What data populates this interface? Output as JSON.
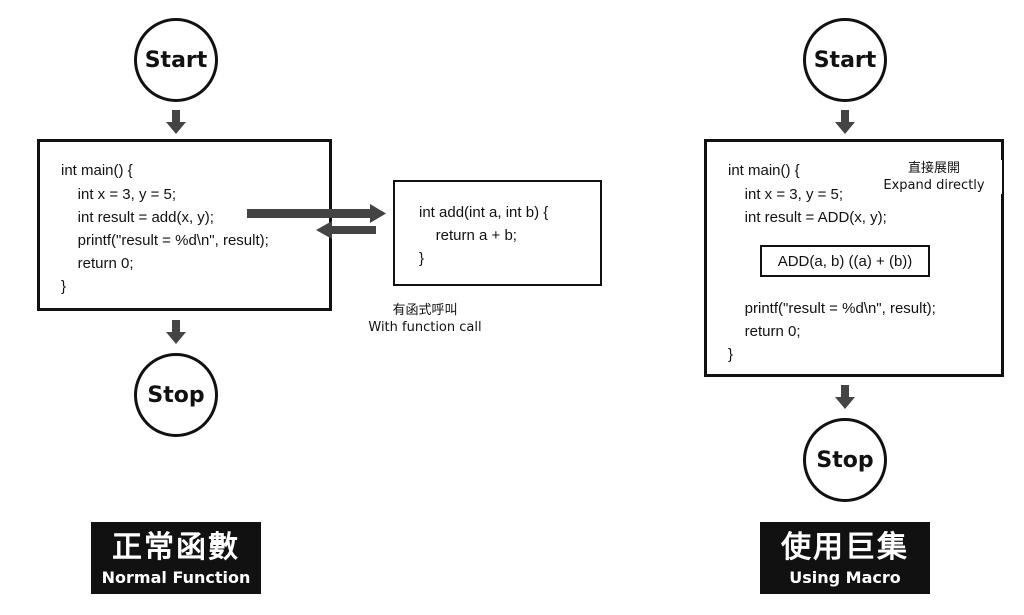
{
  "left": {
    "start": "Start",
    "stop": "Stop",
    "main_code": [
      "int main() {",
      "    int x = 3, y = 5;",
      "    int result = add(x, y);",
      "    printf(\"result = %d\\n\", result);",
      "    return 0;",
      "}"
    ],
    "func_code": [
      "int add(int a, int b) {",
      "    return a + b;",
      "}"
    ],
    "call_caption_zh": "有函式呼叫",
    "call_caption_en": "With function call",
    "title_zh": "正常函數",
    "title_en": "Normal Function"
  },
  "right": {
    "start": "Start",
    "stop": "Stop",
    "main_code_top": [
      "int main() {",
      "    int x = 3, y = 5;",
      "    int result = ADD(x, y);"
    ],
    "macro_text": "ADD(a, b) ((a) + (b))",
    "main_code_bottom": [
      "    printf(\"result = %d\\n\", result);",
      "    return 0;",
      "}"
    ],
    "expand_caption_zh": "直接展開",
    "expand_caption_en": "Expand directly",
    "title_zh": "使用巨集",
    "title_en": "Using Macro"
  },
  "colors": {
    "stroke": "#111111",
    "arrow": "#444444",
    "label_bg": "#111111",
    "label_fg": "#ffffff"
  }
}
